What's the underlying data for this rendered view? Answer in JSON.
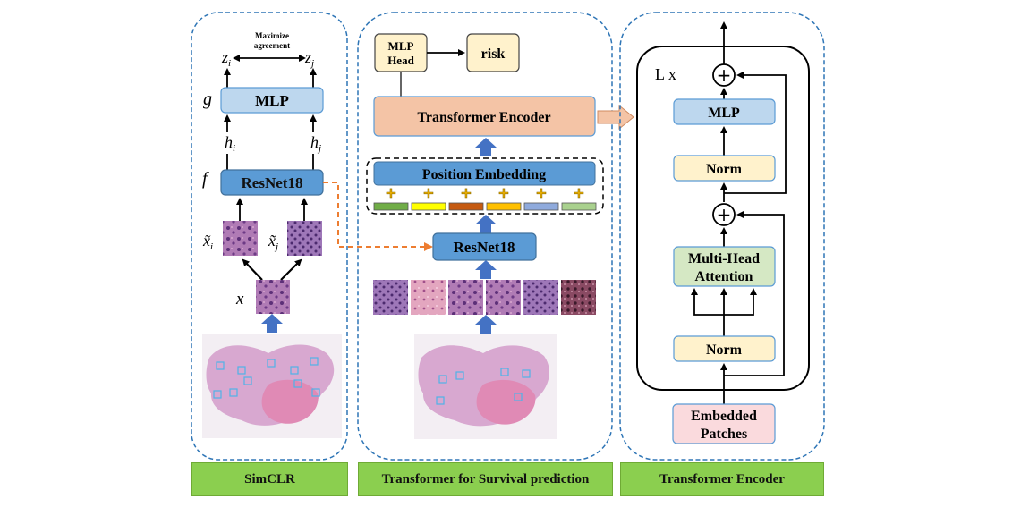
{
  "colors": {
    "blue_box": "#5b9bd5",
    "light_blue_box": "#bdd7ee",
    "orange_box": "#f4c4a6",
    "yellow_box": "#fff2cc",
    "green_box": "#d5e8c4",
    "pink_box": "#fadadd",
    "panel_border": "#2e75b6",
    "footer_green": "#8bcf4f",
    "dashed_arrow": "#ed7d31",
    "arrow_blue": "#4472c4"
  },
  "simclr": {
    "maximize_line1": "Maximize",
    "maximize_line2": "agreement",
    "z_i": "z",
    "z_i_sub": "i",
    "z_j": "z",
    "z_j_sub": "j",
    "g": "g",
    "mlp": "MLP",
    "h_i": "h",
    "h_i_sub": "i",
    "h_j": "h",
    "h_j_sub": "j",
    "f": "f",
    "resnet": "ResNet18",
    "x_i": "x̃",
    "x_i_sub": "i",
    "x_j": "x̃",
    "x_j_sub": "j",
    "x": "x",
    "footer": "SimCLR"
  },
  "survival": {
    "mlp_head_line1": "MLP",
    "mlp_head_line2": "Head",
    "risk": "risk",
    "transformer_encoder": "Transformer Encoder",
    "position_embedding": "Position Embedding",
    "resnet": "ResNet18",
    "embedding_colors": [
      "#70ad47",
      "#ffff00",
      "#c55a11",
      "#ffc000",
      "#8faadc",
      "#a9d18e"
    ],
    "footer": "Transformer for Survival prediction"
  },
  "encoder": {
    "lx": "L x",
    "mlp": "MLP",
    "norm_top": "Norm",
    "attention_line1": "Multi-Head",
    "attention_line2": "Attention",
    "norm_bottom": "Norm",
    "patches_line1": "Embedded",
    "patches_line2": "Patches",
    "plus": "+",
    "footer": "Transformer Encoder"
  }
}
